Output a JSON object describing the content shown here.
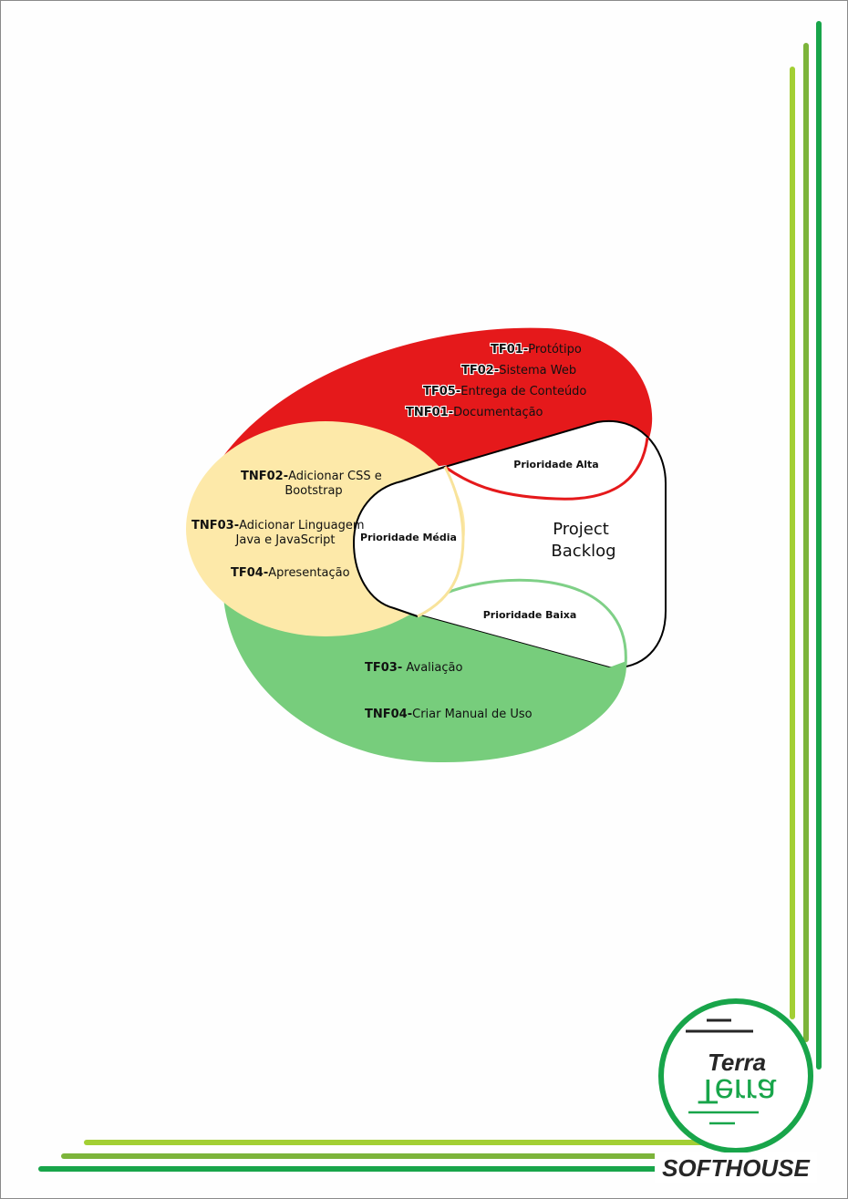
{
  "backlog_label": [
    "Project",
    "Backlog"
  ],
  "priorities": {
    "alta": "Prioridade Alta",
    "media": "Prioridade Média",
    "baixa": "Prioridade Baixa"
  },
  "colors": {
    "alta": "#e5191b",
    "media": "#fde9a9",
    "media_stroke": "#f8e39b",
    "baixa": "#77cd7c",
    "baixa_stroke": "#7fd087",
    "brand_green": "#18a54a",
    "lime": "#a3cf34",
    "olive_green": "#7cb43a"
  },
  "tasks_alta": [
    {
      "code": "TF01-",
      "text": "Protótipo"
    },
    {
      "code": "TF02-",
      "text": "Sistema Web"
    },
    {
      "code": "TF05-",
      "text": "Entrega de Conteúdo"
    },
    {
      "code": "TNF01-",
      "text": "Documentação"
    }
  ],
  "tasks_media": [
    {
      "code": "TNF02-",
      "line1": "Adicionar CSS e",
      "line2": "Bootstrap"
    },
    {
      "code": "TNF03-",
      "line1": "Adicionar Linguagem",
      "line2": "Java e JavaScript"
    },
    {
      "code": "TF04-",
      "line1": "Apresentação",
      "line2": ""
    }
  ],
  "tasks_baixa": [
    {
      "code": "TF03-",
      "text": " Avaliação"
    },
    {
      "code": "TNF04-",
      "text": "Criar Manual de Uso"
    }
  ],
  "logo": {
    "word": "Terra",
    "brand": "SOFTHOUSE"
  }
}
